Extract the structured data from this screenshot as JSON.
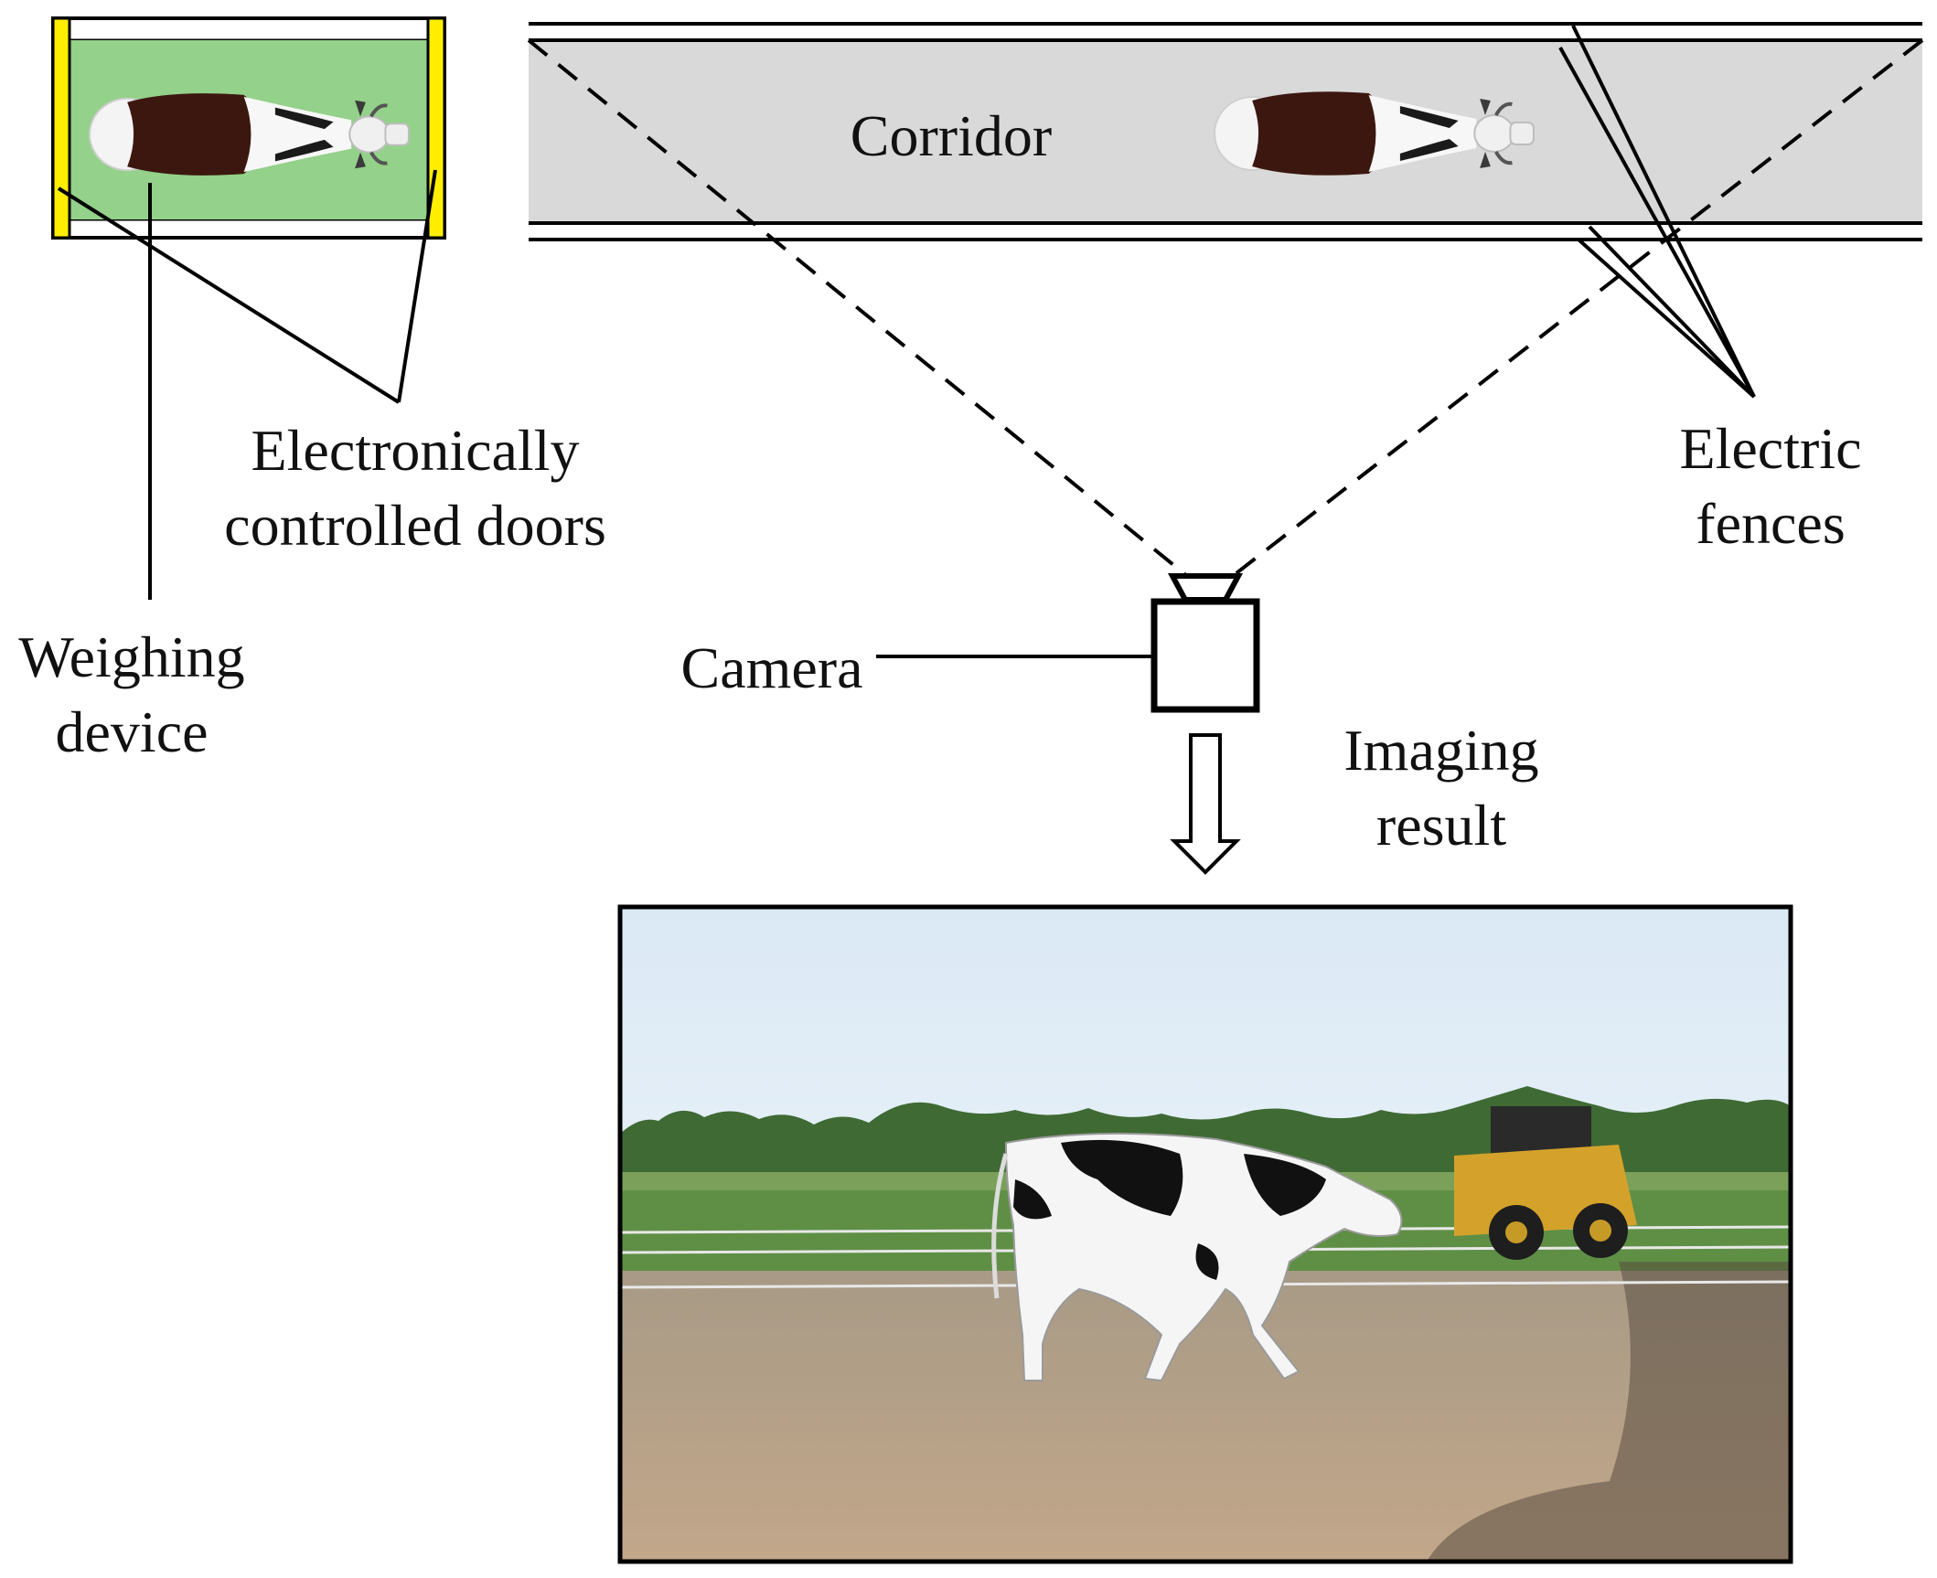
{
  "labels": {
    "corridor": "Corridor",
    "doors_line1": "Electronically",
    "doors_line2": "controlled doors",
    "fences_line1": "Electric",
    "fences_line2": "fences",
    "weighing_line1": "Weighing",
    "weighing_line2": "device",
    "camera": "Camera",
    "imaging_line1": "Imaging",
    "imaging_line2": "result"
  },
  "colors": {
    "weighing_pad": "#94d18a",
    "doors": "#ffee00",
    "corridor": "#d9d9d9",
    "line": "#000000",
    "cow_brown": "#3c1710",
    "sky": "#e6f1fa",
    "grass": "#5f8f45",
    "ground": "#b79c7d"
  },
  "icons": {
    "camera": "camera-icon",
    "arrow": "down-arrow-icon",
    "cow": "cow-top-view-icon",
    "photo": "cow-photo"
  }
}
